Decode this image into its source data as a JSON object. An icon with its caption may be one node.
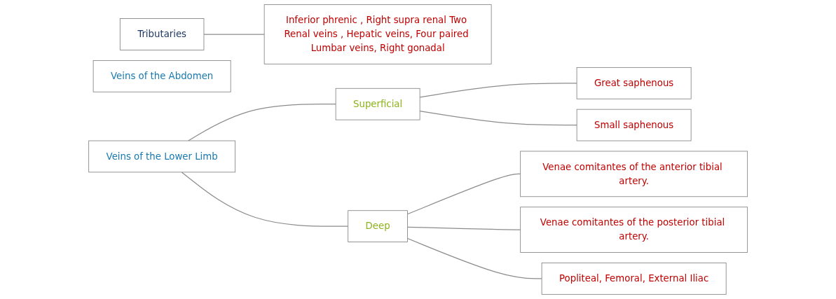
{
  "diagram": {
    "nodes": [
      {
        "text": [
          "Tributaries"
        ]
      },
      {
        "text": [
          "Inferior phrenic , Right supra renal Two Renal veins , Hepatic veins, Four paired Lumbar veins, Right gonadal"
        ]
      },
      {
        "text": [
          "Veins of the Abdomen"
        ]
      },
      {
        "text": [
          "Veins of the Lower Limb"
        ]
      },
      {
        "text": [
          "Superficial"
        ]
      },
      {
        "text": [
          "Great saphenous"
        ]
      },
      {
        "text": [
          "Small saphenous"
        ]
      },
      {
        "text": [
          "Deep"
        ]
      },
      {
        "text": [
          "Venae comitantes of the anterior tibial artery."
        ]
      },
      {
        "text": [
          "Venae comitantes of the posterior tibial artery."
        ]
      },
      {
        "text": [
          "Popliteal, Femoral, External Iliac"
        ]
      }
    ],
    "edges": [
      {
        "from": 0,
        "to": 1,
        "arrow": "none"
      },
      {
        "from": 3,
        "to": 4,
        "arrow": "none"
      },
      {
        "from": 3,
        "to": 7,
        "arrow": "none"
      },
      {
        "from": 4,
        "to": 5,
        "arrow": "none"
      },
      {
        "from": 4,
        "to": 6,
        "arrow": "none"
      },
      {
        "from": 7,
        "to": 8,
        "arrow": "none"
      },
      {
        "from": 7,
        "to": 9,
        "arrow": "none"
      },
      {
        "from": 7,
        "to": 10,
        "arrow": "none"
      }
    ]
  }
}
